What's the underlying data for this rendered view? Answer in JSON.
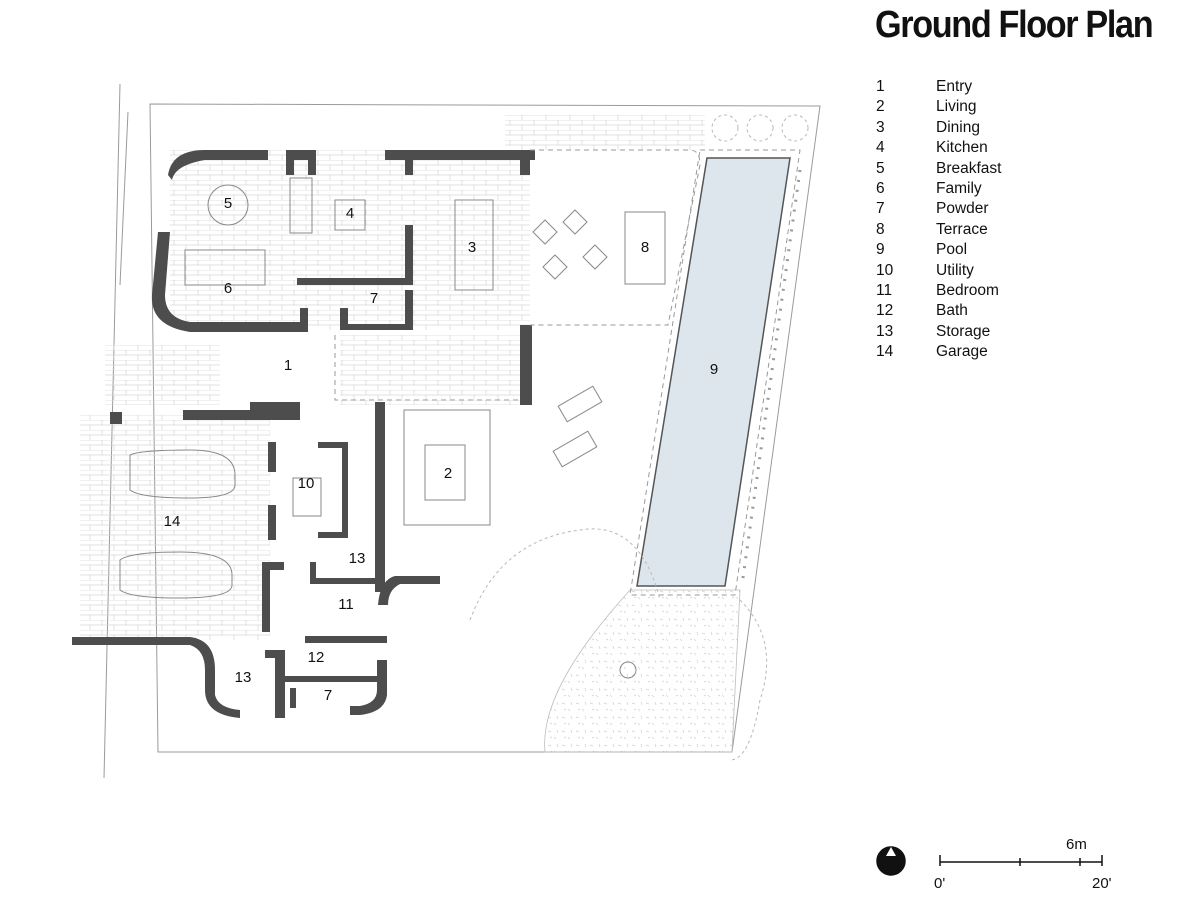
{
  "title": "Ground Floor Plan",
  "legend": [
    {
      "num": "1",
      "name": "Entry"
    },
    {
      "num": "2",
      "name": "Living"
    },
    {
      "num": "3",
      "name": "Dining"
    },
    {
      "num": "4",
      "name": "Kitchen"
    },
    {
      "num": "5",
      "name": "Breakfast"
    },
    {
      "num": "6",
      "name": "Family"
    },
    {
      "num": "7",
      "name": "Powder"
    },
    {
      "num": "8",
      "name": "Terrace"
    },
    {
      "num": "9",
      "name": "Pool"
    },
    {
      "num": "10",
      "name": "Utility"
    },
    {
      "num": "11",
      "name": "Bedroom"
    },
    {
      "num": "12",
      "name": "Bath"
    },
    {
      "num": "13",
      "name": "Storage"
    },
    {
      "num": "14",
      "name": "Garage"
    }
  ],
  "plan_labels": {
    "entry": "1",
    "living": "2",
    "dining": "3",
    "kitchen": "4",
    "breakfast": "5",
    "family": "6",
    "powder_upper": "7",
    "terrace": "8",
    "pool": "9",
    "utility": "10",
    "bedroom": "11",
    "bath": "12",
    "storage_center": "13",
    "garage": "14",
    "storage_lower": "13",
    "powder_lower": "7"
  },
  "scale_bar": {
    "metric": "6m",
    "start": "0'",
    "end": "20'"
  },
  "colors": {
    "wall": "#4d4d4d",
    "pool": "#dce6ec",
    "line": "#9a9a9a"
  }
}
